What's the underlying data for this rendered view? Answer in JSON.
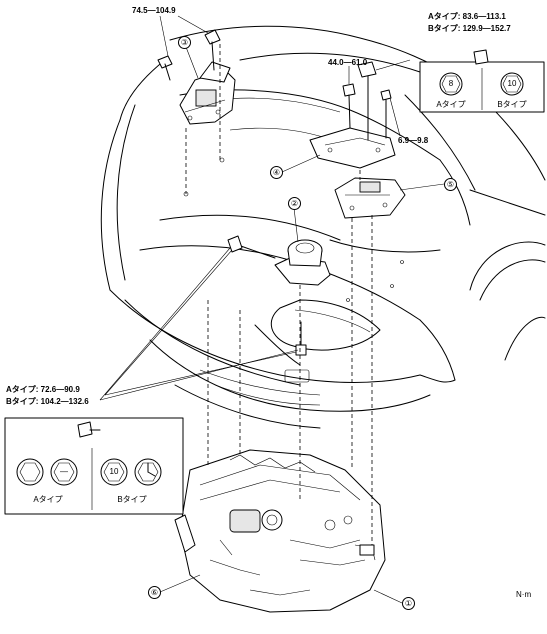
{
  "callouts": {
    "c1": "①",
    "c2": "②",
    "c3": "③",
    "c4": "④",
    "c5": "⑤",
    "c6": "⑥"
  },
  "torques": {
    "t_mount3": "74.5—104.9",
    "t_center": "44.0—61.0",
    "t_small": "6.9—9.8"
  },
  "box_right": {
    "line_a": "Aタイプ: 83.6—113.1",
    "line_b": "Bタイプ: 129.9—152.7",
    "head_a": "8",
    "head_b": "10",
    "label_a": "Aタイプ",
    "label_b": "Bタイプ"
  },
  "box_left": {
    "line_a": "Aタイプ: 72.6—90.9",
    "line_b": "Bタイプ: 104.2—132.6",
    "head_a2": "—",
    "head_b1": "10",
    "label_a": "Aタイプ",
    "label_b": "Bタイプ"
  },
  "unit": "N·m"
}
